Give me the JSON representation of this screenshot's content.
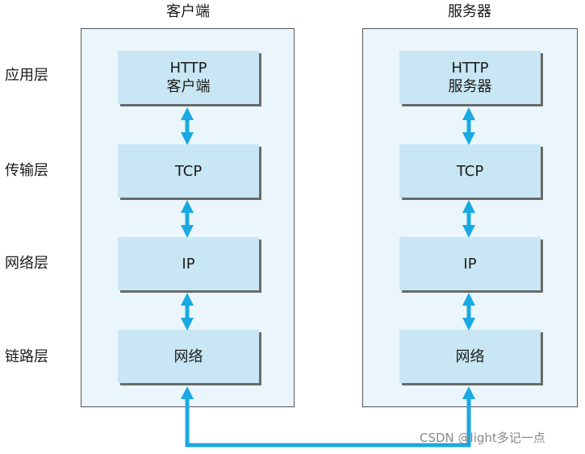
{
  "columns": {
    "client_title": "客户端",
    "server_title": "服务器"
  },
  "layers": [
    "应用层",
    "传输层",
    "网络层",
    "链路层"
  ],
  "client_stack": {
    "app_line1": "HTTP",
    "app_line2": "客户端",
    "transport": "TCP",
    "network": "IP",
    "link": "网络"
  },
  "server_stack": {
    "app_line1": "HTTP",
    "app_line2": "服务器",
    "transport": "TCP",
    "network": "IP",
    "link": "网络"
  },
  "watermark": "CSDN @light多记一点",
  "colors": {
    "panel_bg": "#eaf6fb",
    "box_bg": "#c8e6f3",
    "arrow": "#1aa9e1"
  }
}
